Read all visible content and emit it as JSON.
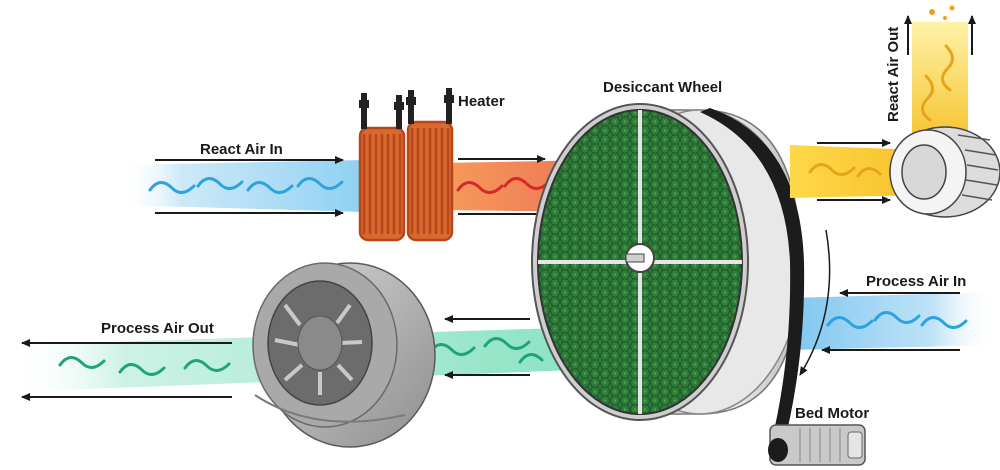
{
  "labels": {
    "react_air_in": "React Air In",
    "heater": "Heater",
    "desiccant_wheel": "Desiccant Wheel",
    "react_air_out": "React Air Out",
    "process_air_in": "Process Air In",
    "process_air_out": "Process Air Out",
    "bed_motor": "Bed Motor"
  },
  "colors": {
    "react_in_stream": "#8fd0f2",
    "heated_stream": "#f0703a",
    "react_out_stream": "#f7c62c",
    "process_in_stream": "#7fc6f0",
    "process_out_stream": "#5cd3a8",
    "wheel_media": "#2f7d3a",
    "heater_coil": "#c8501e",
    "arrow": "#1a1a1a"
  }
}
